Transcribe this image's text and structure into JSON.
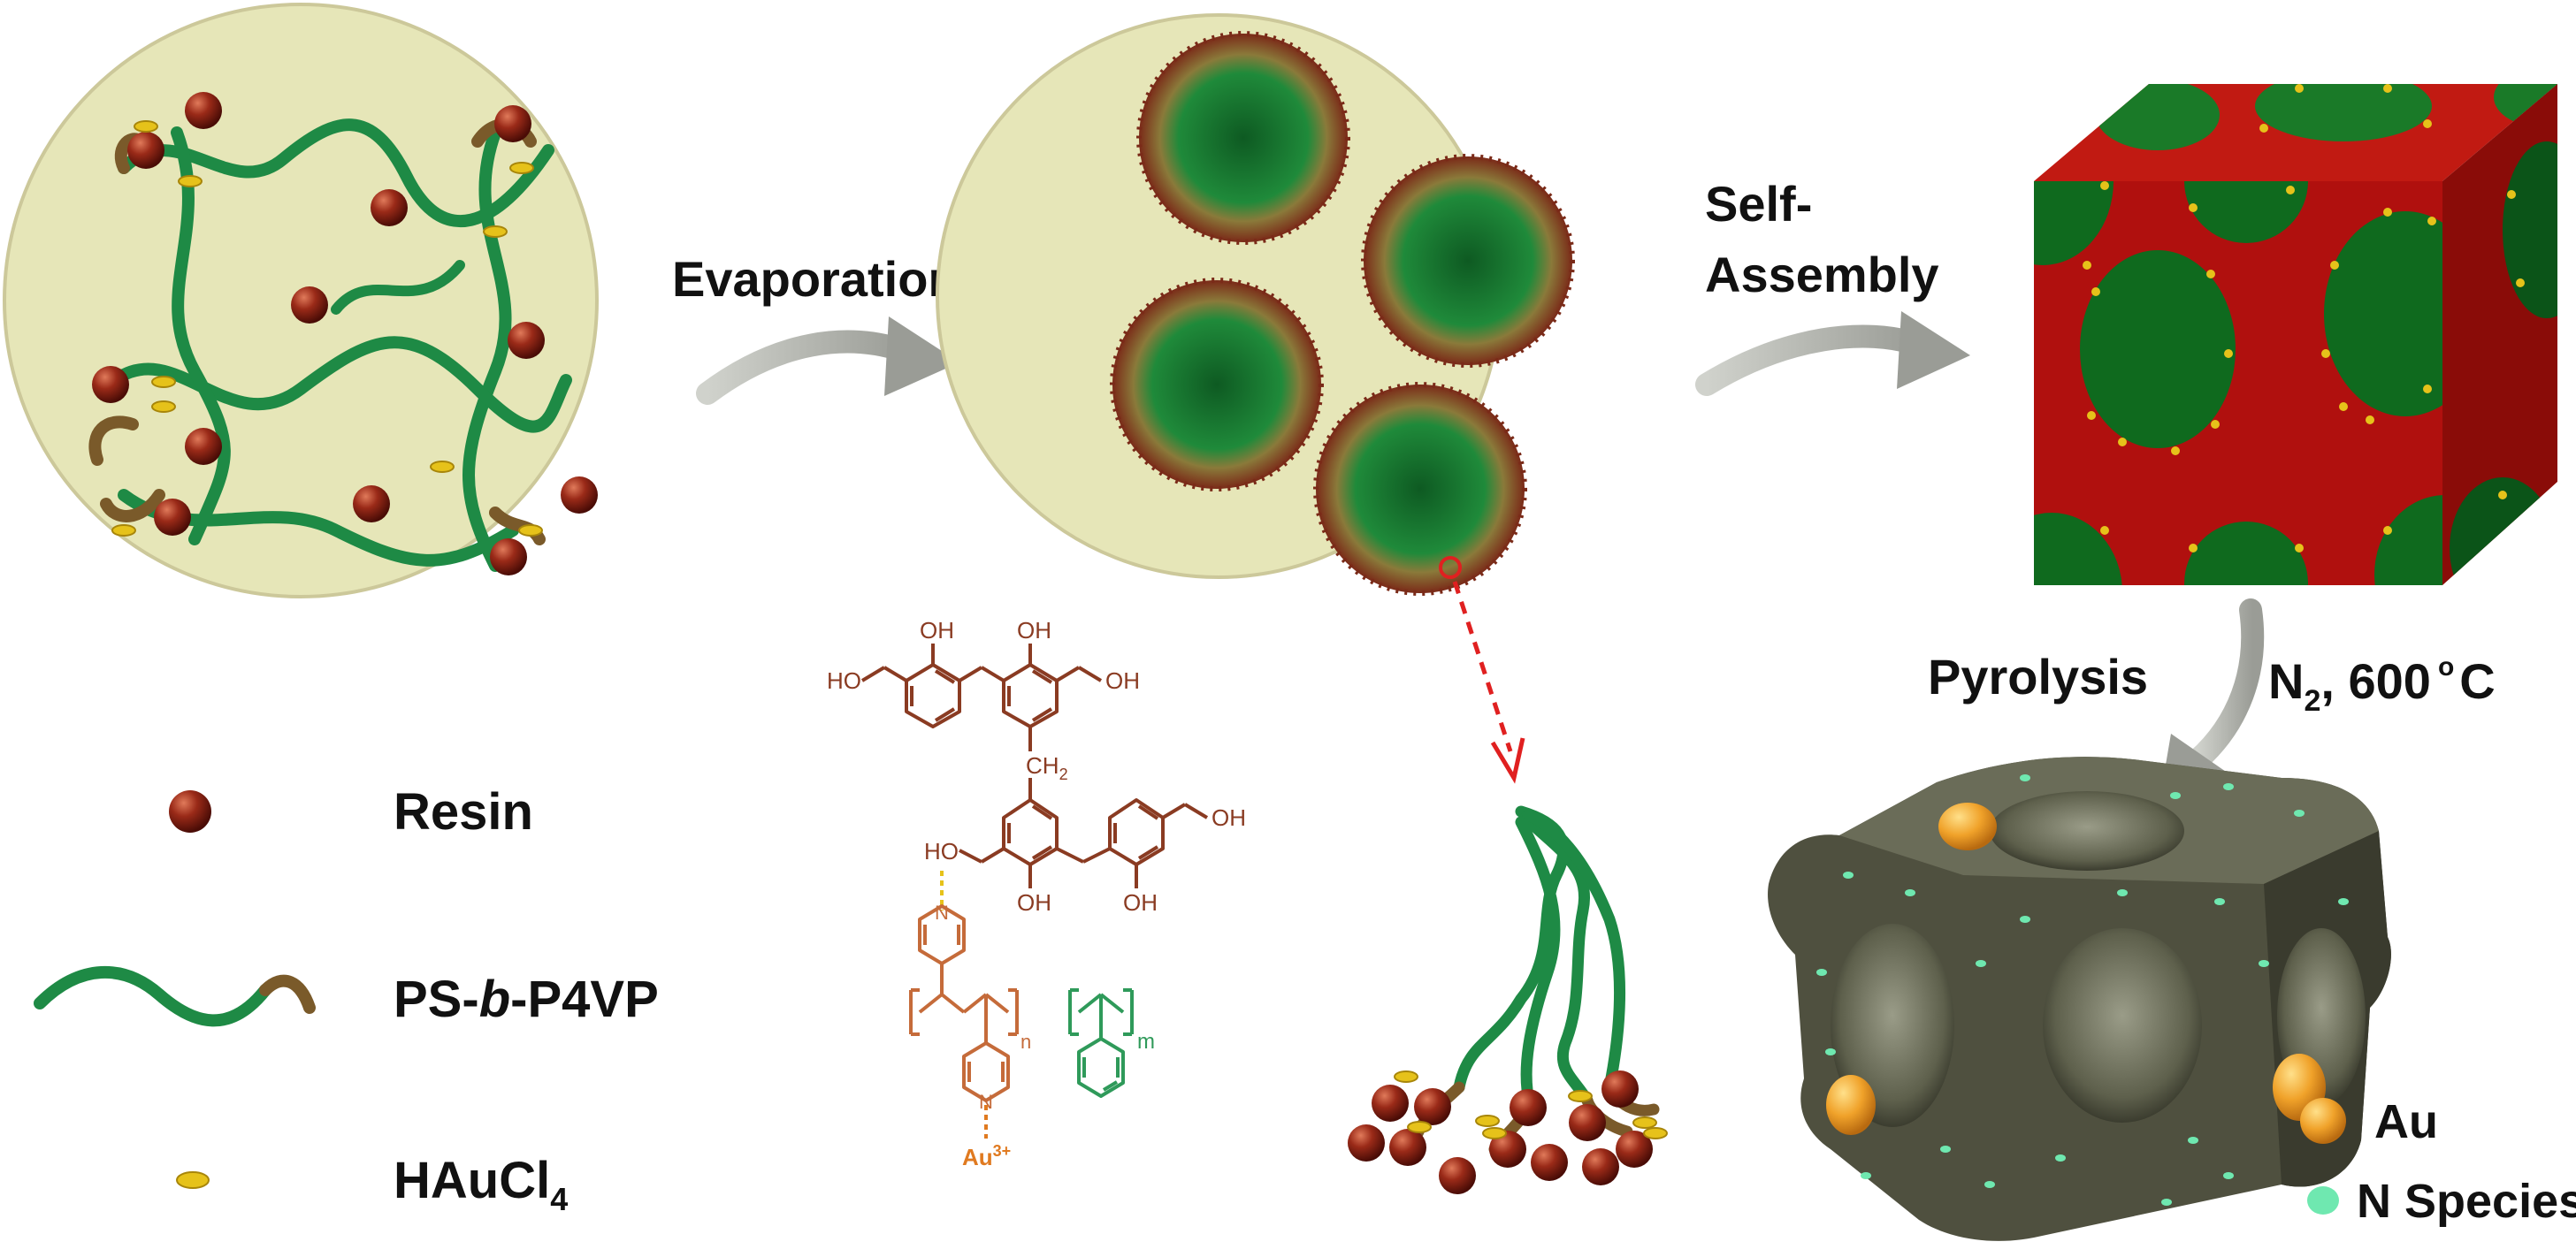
{
  "steps": {
    "evaporation": "Evaporation",
    "self_assembly_line1": "Self-",
    "self_assembly_line2": "Assembly",
    "pyrolysis": "Pyrolysis",
    "conditions_n": "N",
    "conditions_sub": "2",
    "conditions_rest": ", 600",
    "conditions_deg": "o",
    "conditions_unit": "C"
  },
  "legend": {
    "resin": "Resin",
    "copolymer_a": "PS-",
    "copolymer_b": "b",
    "copolymer_c": "-P4VP",
    "haucl": "HAuCl",
    "haucl_sub": "4",
    "au": "Au",
    "n_species": "N Species"
  },
  "chemistry": {
    "oh": "OH",
    "ho": "HO",
    "ch2": "CH",
    "ch2_sub": "2",
    "n": "N",
    "sub_n": "n",
    "sub_m": "m",
    "au": "Au",
    "au_charge": "3+"
  },
  "colors": {
    "resin": "#8a1f14",
    "ps_block": "#1e8a45",
    "p4vp_block": "#7a5a2a",
    "haucl4": "#e6c21a",
    "circle_bg": "#e6e6b8",
    "cube_red": "#b0100e",
    "cube_green": "#0f6a1e",
    "carbon": "#4f503f",
    "au_particle": "#f0a22a",
    "n_species": "#6fe8b0",
    "resin_struct": "#8a3b22",
    "p4vp_struct": "#c56b3a",
    "ps_struct": "#2f9a5a",
    "au_label": "#e07a20",
    "arrow": "#a8aaa4",
    "red_dash": "#e02020"
  }
}
